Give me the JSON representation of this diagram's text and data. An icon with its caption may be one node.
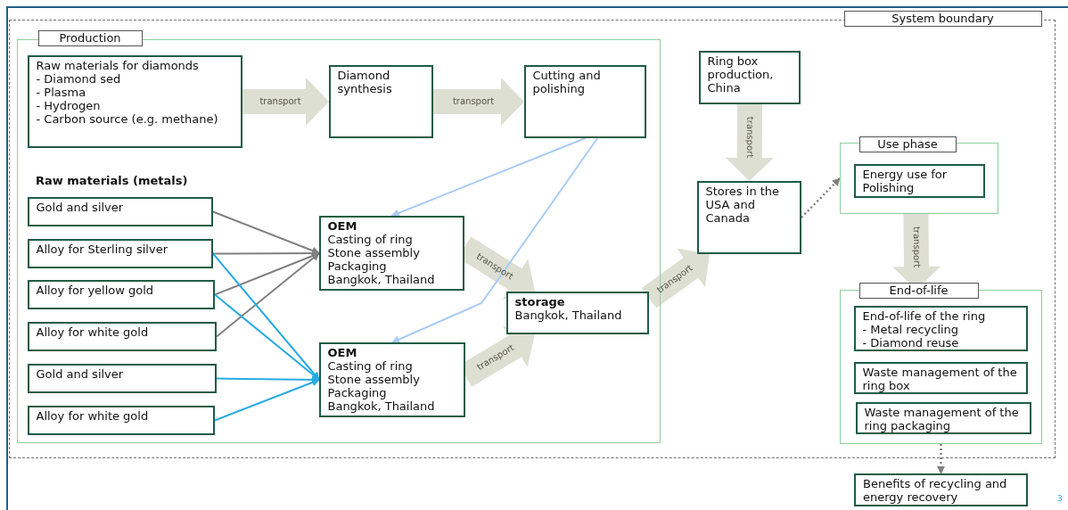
{
  "diagram": {
    "nodes": [
      {
        "text": [
          "System boundary"
        ]
      },
      {
        "text": [
          "Production"
        ],
        "in": 0
      },
      {
        "text": [
          "Raw materials for diamonds",
          "- Diamond sed",
          "- Plasma",
          "- Hydrogen",
          "- Carbon source (e.g. methane)"
        ],
        "in": 1
      },
      {
        "text": [
          "Diamond synthesis"
        ],
        "in": 1
      },
      {
        "text": [
          "Cutting and polishing"
        ],
        "in": 1
      },
      {
        "text": [
          "Gold and silver"
        ],
        "in": 1
      },
      {
        "text": [
          "Alloy for Sterling silver"
        ],
        "in": 1
      },
      {
        "text": [
          "Alloy for yellow gold"
        ],
        "in": 1
      },
      {
        "text": [
          "Alloy for white gold"
        ],
        "in": 1
      },
      {
        "text": [
          "Gold and silver"
        ],
        "in": 1
      },
      {
        "text": [
          "Alloy for white gold"
        ],
        "in": 1
      },
      {
        "text": [
          "OEM",
          "Casting of ring",
          "Stone assembly",
          "Packaging",
          "Bangkok, Thailand"
        ],
        "in": 1
      },
      {
        "text": [
          "OEM",
          "Casting of ring",
          "Stone assembly",
          "Packaging",
          "Bangkok, Thailand"
        ],
        "in": 1
      },
      {
        "text": [
          "storage",
          "Bangkok, Thailand"
        ],
        "in": 1
      },
      {
        "text": [
          "Ring box production, China"
        ],
        "in": 0
      },
      {
        "text": [
          "Stores in the USA and Canada"
        ],
        "in": 0
      },
      {
        "text": [
          "Use phase"
        ],
        "in": 0
      },
      {
        "text": [
          "Energy use for Polishing"
        ],
        "in": 16
      },
      {
        "text": [
          "End-of-life"
        ],
        "in": 0
      },
      {
        "text": [
          "End-of-life of the ring",
          "- Metal recycling",
          "- Diamond reuse"
        ],
        "in": 18
      },
      {
        "text": [
          "Waste management of the ring box"
        ],
        "in": 18
      },
      {
        "text": [
          "Waste management of the ring packaging"
        ],
        "in": 18
      },
      {
        "text": [
          "Benefits of recycling and energy recovery"
        ]
      }
    ],
    "edges": [
      {
        "from": 2,
        "to": 3,
        "arrow": "to",
        "label": "transport",
        "style": "thick",
        "color": "#dedfd3"
      },
      {
        "from": 3,
        "to": 4,
        "arrow": "to",
        "label": "transport",
        "style": "thick",
        "color": "#dedfd3"
      },
      {
        "from": 11,
        "to": 13,
        "arrow": "to",
        "label": "transport",
        "style": "thick",
        "color": "#dedfd3"
      },
      {
        "from": 12,
        "to": 13,
        "arrow": "to",
        "label": "transport",
        "style": "thick",
        "color": "#dedfd3"
      },
      {
        "from": 14,
        "to": 15,
        "arrow": "to",
        "label": "transport",
        "style": "thick",
        "color": "#dedfd3"
      },
      {
        "from": 13,
        "to": 15,
        "arrow": "to",
        "label": "transport",
        "style": "thick",
        "color": "#dedfd3"
      },
      {
        "from": 16,
        "to": 18,
        "arrow": "to",
        "label": "transport",
        "style": "thick",
        "color": "#dedfd3"
      },
      {
        "from": 5,
        "to": 11,
        "arrow": "to",
        "color": "#808080"
      },
      {
        "from": 6,
        "to": 11,
        "arrow": "to",
        "color": "#808080"
      },
      {
        "from": 7,
        "to": 11,
        "arrow": "to",
        "color": "#808080"
      },
      {
        "from": 8,
        "to": 11,
        "arrow": "to",
        "color": "#808080"
      },
      {
        "from": 6,
        "to": 12,
        "arrow": "to",
        "color": "#29abe2"
      },
      {
        "from": 7,
        "to": 12,
        "arrow": "to",
        "color": "#29abe2"
      },
      {
        "from": 9,
        "to": 12,
        "arrow": "to",
        "color": "#29abe2"
      },
      {
        "from": 10,
        "to": 12,
        "arrow": "to",
        "color": "#29abe2"
      },
      {
        "from": 4,
        "to": 11,
        "arrow": "to",
        "color": "#a9cbf5"
      },
      {
        "from": 4,
        "to": 12,
        "arrow": "to",
        "color": "#a9cbf5"
      },
      {
        "from": 15,
        "to": 16,
        "arrow": "to",
        "style": "dashed",
        "color": "#808080"
      },
      {
        "from": 18,
        "to": 22,
        "arrow": "to",
        "style": "dashed",
        "color": "#808080"
      }
    ],
    "labels": [
      "Raw materials (metals)",
      "3"
    ]
  }
}
